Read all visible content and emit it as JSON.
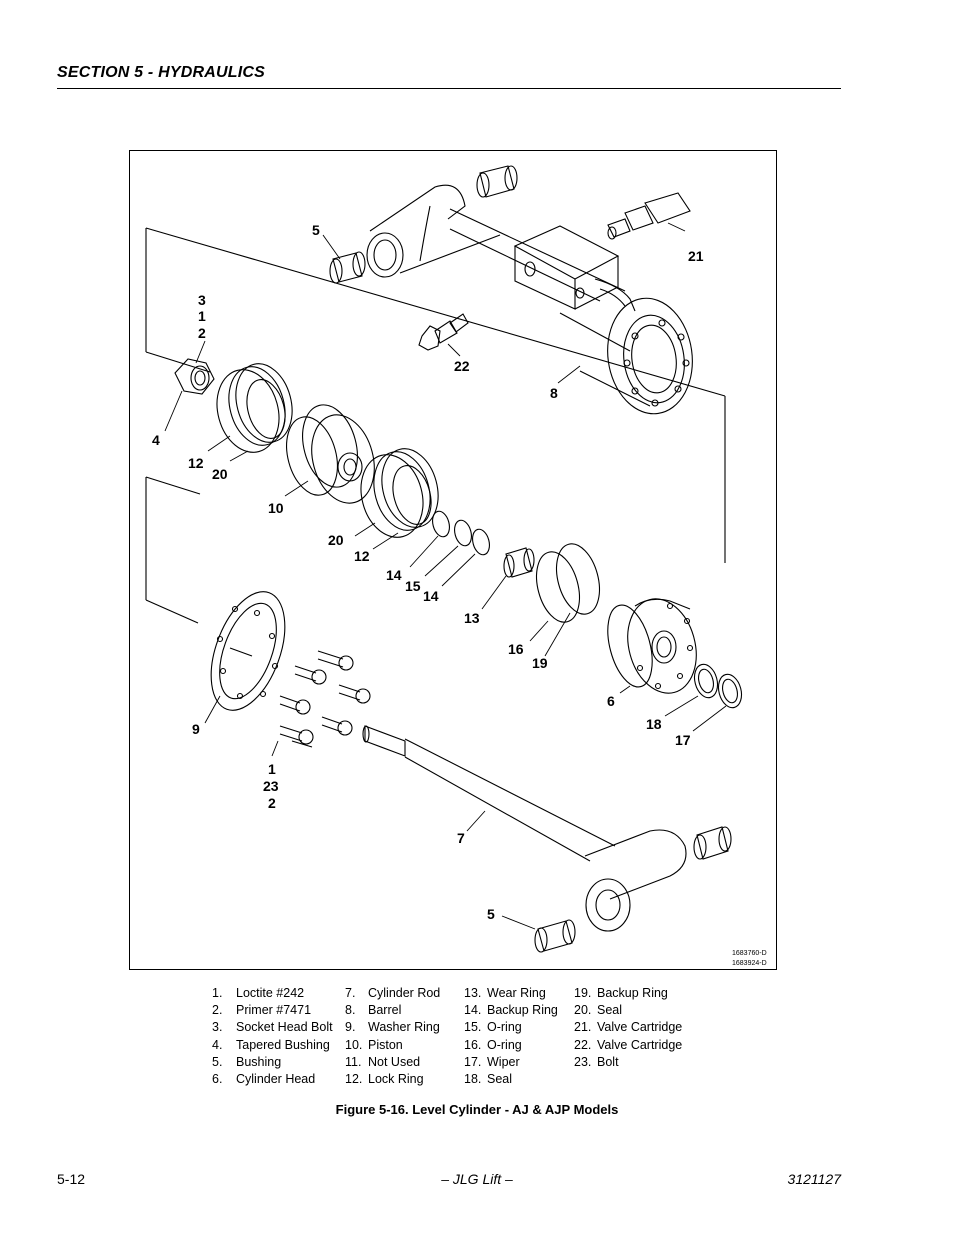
{
  "header": {
    "section_title": "SECTION 5 - HYDRAULICS"
  },
  "figure": {
    "callouts": {
      "c5a": "5",
      "c21": "21",
      "c3": "3",
      "c1a": "1",
      "c2a": "2",
      "c22": "22",
      "c8": "8",
      "c4": "4",
      "c12a": "12",
      "c20a": "20",
      "c10": "10",
      "c20b": "20",
      "c12b": "12",
      "c14a": "14",
      "c15": "15",
      "c14b": "14",
      "c13": "13",
      "c16": "16",
      "c19": "19",
      "c6": "6",
      "c18": "18",
      "c17": "17",
      "c9": "9",
      "c1b": "1",
      "c23": "23",
      "c2b": "2",
      "c7": "7",
      "c5b": "5"
    },
    "drawing_numbers": [
      "1683760-D",
      "1683924-D"
    ],
    "caption": "Figure 5-16.  Level Cylinder - AJ & AJP Models"
  },
  "legend": {
    "col1": [
      {
        "num": "1.",
        "label": "Loctite #242"
      },
      {
        "num": "2.",
        "label": "Primer #7471"
      },
      {
        "num": "3.",
        "label": "Socket Head Bolt"
      },
      {
        "num": "4.",
        "label": "Tapered Bushing"
      },
      {
        "num": "5.",
        "label": "Bushing"
      },
      {
        "num": "6.",
        "label": "Cylinder Head"
      }
    ],
    "col2": [
      {
        "num": "7.",
        "label": "Cylinder Rod"
      },
      {
        "num": "8.",
        "label": "Barrel"
      },
      {
        "num": "9.",
        "label": "Washer Ring"
      },
      {
        "num": "10.",
        "label": "Piston"
      },
      {
        "num": "11.",
        "label": "Not Used"
      },
      {
        "num": "12.",
        "label": "Lock Ring"
      }
    ],
    "col3": [
      {
        "num": "13.",
        "label": "Wear Ring"
      },
      {
        "num": "14.",
        "label": "Backup Ring"
      },
      {
        "num": "15.",
        "label": "O-ring"
      },
      {
        "num": "16.",
        "label": "O-ring"
      },
      {
        "num": "17.",
        "label": "Wiper"
      },
      {
        "num": "18.",
        "label": "Seal"
      }
    ],
    "col4": [
      {
        "num": "19.",
        "label": "Backup Ring"
      },
      {
        "num": "20.",
        "label": "Seal"
      },
      {
        "num": "21.",
        "label": "Valve Cartridge"
      },
      {
        "num": "22.",
        "label": "Valve Cartridge"
      },
      {
        "num": "23.",
        "label": "Bolt"
      }
    ]
  },
  "footer": {
    "page_number": "5-12",
    "center": "– JLG Lift –",
    "doc_number": "3121127"
  }
}
